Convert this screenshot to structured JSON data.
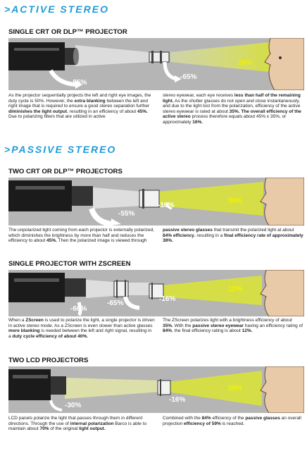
{
  "active_stereo": {
    "heading_prefix": ">",
    "heading": "ACTIVE STEREO",
    "subtitle": "SINGLE CRT OR DLP™ PROJECTOR",
    "pct_projector": "-55%",
    "pct_glasses": "-65%",
    "pct_final": "16%",
    "left_col": [
      {
        "t": "As the projector sequentially projects the left and right eye images, the duty cycle is 50%. However, the "
      },
      {
        "t": "extra blanking",
        "b": true
      },
      {
        "t": " between the left and right image that is required to ensure a good stereo separation further "
      },
      {
        "t": "diminishes the light output",
        "b": true
      },
      {
        "t": ", resulting in an efficiency of about "
      },
      {
        "t": "45%.",
        "b": true
      },
      {
        "t": " Due to polarizing filters that are utilized in active"
      }
    ],
    "right_col": [
      {
        "t": "stereo eyewear, each eye receives "
      },
      {
        "t": "less than half of the remaining light.",
        "b": true
      },
      {
        "t": " As the shutter glasses do not open and close instantaneously, and due to the light lost from the polarization, efficiency of the active stereo eyewear is rated at about "
      },
      {
        "t": "35%.",
        "b": true
      },
      {
        "t": " "
      },
      {
        "t": "The overall efficiency of the active stereo",
        "b": true
      },
      {
        "t": " process therefore equals about 45% x 35%, or approximately "
      },
      {
        "t": "16%.",
        "b": true
      }
    ]
  },
  "passive_stereo": {
    "heading_prefix": ">",
    "heading": "PASSIVE STEREO",
    "two_crt": {
      "subtitle": "TWO CRT OR DLP™ PROJECTORS",
      "pct_projector": "-55%",
      "pct_glasses": "-16%",
      "pct_final": "38%",
      "left_col": [
        {
          "t": "The unpolarized light coming from each projector is externally polarized, which diminishes the brightness by more than half and reduces the efficiency to about "
        },
        {
          "t": "45%.",
          "b": true
        },
        {
          "t": " Then the polarized image is viewed through"
        }
      ],
      "right_col": [
        {
          "t": "passive stereo glasses",
          "b": true
        },
        {
          "t": " that transmit the polarized light at about "
        },
        {
          "t": "84% efficiency",
          "b": true
        },
        {
          "t": ", resulting in a "
        },
        {
          "t": "final efficiency rate of approximately 38%.",
          "b": true
        }
      ]
    },
    "zscreen": {
      "subtitle": "SINGLE PROJECTOR WITH ZSCREEN",
      "pct_projector": "-60%",
      "pct_zscreen": "-65%",
      "pct_glasses": "-16%",
      "pct_final": "12%",
      "left_col": [
        {
          "t": "When a "
        },
        {
          "t": "ZScreen",
          "b": true
        },
        {
          "t": " is used to polarize the light, a single projector is driven in active stereo mode. As a ZScreen is even slower than active glasses "
        },
        {
          "t": "more blanking",
          "b": true
        },
        {
          "t": " is needed between the left and right signal, resulting in a "
        },
        {
          "t": "duty cycle efficiency of about 40%.",
          "b": true
        }
      ],
      "right_col": [
        {
          "t": "The ZScreen polarizes light with a brightness efficiency of about "
        },
        {
          "t": "35%.",
          "b": true
        },
        {
          "t": " With the "
        },
        {
          "t": "passive stereo eyewear",
          "b": true
        },
        {
          "t": " having an efficiency rating of "
        },
        {
          "t": "84%",
          "b": true
        },
        {
          "t": ", the final efficiency rating is about "
        },
        {
          "t": "12%.",
          "b": true
        }
      ]
    },
    "two_lcd": {
      "subtitle": "TWO LCD PROJECTORS",
      "pct_projector": "-30%",
      "pct_glasses": "-16%",
      "pct_final": "59%",
      "left_col": [
        {
          "t": "LCD panels polarize the light that passes through them in different directions. Through the use of "
        },
        {
          "t": "internal polarization",
          "b": true
        },
        {
          "t": " Barco is able to maintain about "
        },
        {
          "t": "70%",
          "b": true
        },
        {
          "t": " of the original "
        },
        {
          "t": "light output.",
          "b": true
        }
      ],
      "right_col": [
        {
          "t": "Combined with the "
        },
        {
          "t": "84%",
          "b": true
        },
        {
          "t": " efficiency of the "
        },
        {
          "t": "passive glasses",
          "b": true
        },
        {
          "t": " an overall projection "
        },
        {
          "t": "efficiency of 59%",
          "b": true
        },
        {
          "t": " is reached."
        }
      ]
    }
  },
  "colors": {
    "heading_blue": "#1e9bd7",
    "panel_gray": "#b5b5b5",
    "beam_yellow": "#d8e23a",
    "percent_yellow": "#f2f200"
  }
}
